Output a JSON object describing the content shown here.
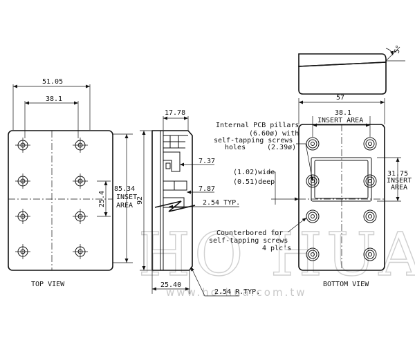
{
  "watermark": {
    "brand": "HO HUA",
    "url": "www.ho-hua.com.tw"
  },
  "top_view": {
    "caption": "TOP VIEW",
    "dim_outer_width": "51.05",
    "dim_insert_width": "38.1",
    "dim_height": "85.34",
    "dim_height_note_1": "INSET",
    "dim_height_note_2": "AREA",
    "dim_insert_height": "25.4"
  },
  "side_view": {
    "dim_top": "17.78",
    "dim_overall": "92",
    "dim_a": "7.37",
    "dim_b": "7.87",
    "dim_c": "2.54 TYP.",
    "dim_bottom": "25.40",
    "dim_radius": "2.54 R.TYP."
  },
  "bottom_view": {
    "caption": "BOTTOM VIEW",
    "dim_outer_width": "57",
    "dim_insert_width": "38.1",
    "dim_insert_width_note": "INSERT AREA",
    "dim_insert_height": "31.75",
    "dim_insert_height_note_1": "INSERT",
    "dim_insert_height_note_2": "AREA",
    "angle": "5°"
  },
  "notes": {
    "pillars_1": "Internal PCB pillars",
    "pillars_2": "(6.60ø) with",
    "pillars_3": "self-tapping screws",
    "pillars_4": "holes",
    "pillars_5": "(2.39ø)",
    "groove_1": "(1.02)wide",
    "groove_2": "(0.51)deep",
    "counter_1": "Counterbored for",
    "counter_2": "self-tapping screws",
    "counter_3": "4 plc's"
  }
}
